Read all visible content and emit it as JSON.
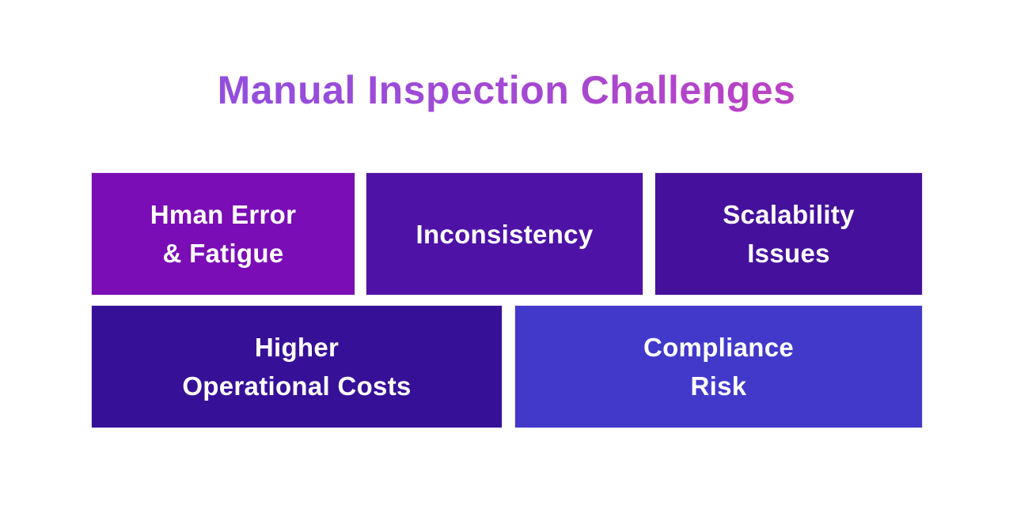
{
  "header": {
    "title": "Manual Inspection Challenges",
    "gradient_start": "#8552E5",
    "gradient_mid": "#A648D2",
    "gradient_end": "#D23AB4"
  },
  "cards": [
    {
      "id": "human-error-fatigue",
      "lines": [
        "Hman Error",
        "& Fatigue"
      ],
      "color": "#7A0DB5"
    },
    {
      "id": "inconsistency",
      "lines": [
        "Inconsistency"
      ],
      "color": "#4E12A6"
    },
    {
      "id": "scalability-issues",
      "lines": [
        "Scalability",
        "Issues"
      ],
      "color": "#45119C"
    },
    {
      "id": "higher-operational-costs",
      "lines": [
        "Higher",
        "Operational Costs"
      ],
      "color": "#371098"
    },
    {
      "id": "compliance-risk",
      "lines": [
        "Compliance",
        "Risk"
      ],
      "color": "#4239CB"
    }
  ]
}
